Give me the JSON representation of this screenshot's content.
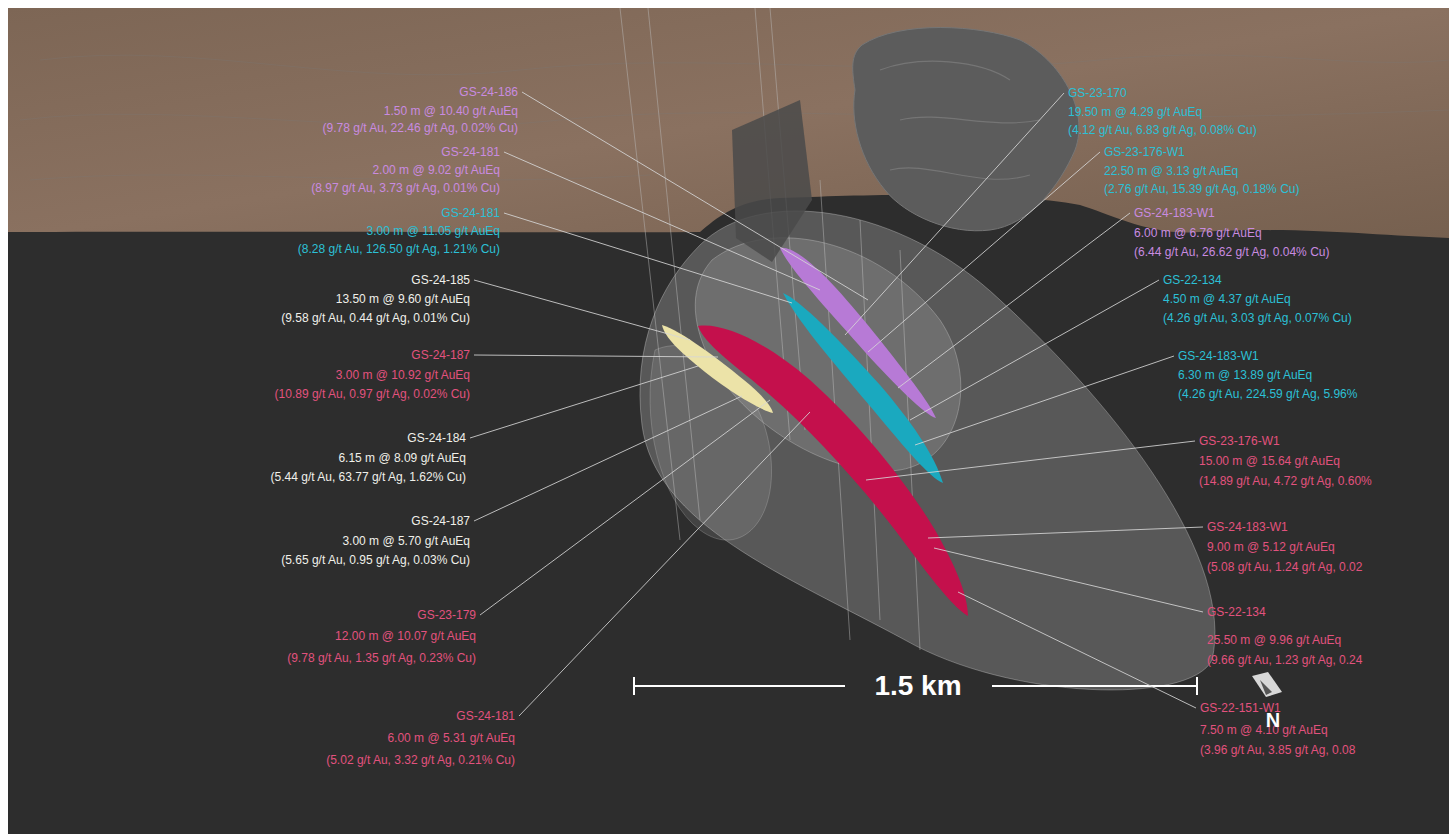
{
  "diagram": {
    "labels": [
      "GS-24-186",
      "1.50 m @ 10.40 g/t AuEq",
      "(9.78 g/t Au, 22.46 g/t Ag, 0.02% Cu)",
      "GS-24-181",
      "2.00 m @ 9.02 g/t AuEq",
      "(8.97 g/t Au, 3.73 g/t Ag, 0.01% Cu)",
      "GS-24-181",
      "3.00 m @ 11.05 g/t AuEq",
      "(8.28 g/t Au, 126.50 g/t Ag, 1.21% Cu)",
      "GS-24-185",
      "13.50 m @ 9.60 g/t AuEq",
      "(9.58 g/t Au, 0.44 g/t Ag, 0.01% Cu)",
      "GS-24-187",
      "3.00 m @ 10.92 g/t AuEq",
      "(10.89 g/t Au, 0.97 g/t Ag, 0.02% Cu)",
      "GS-24-184",
      "6.15 m @ 8.09 g/t AuEq",
      "(5.44 g/t Au, 63.77 g/t Ag, 1.62% Cu)",
      "GS-24-187",
      "3.00 m @ 5.70 g/t AuEq",
      "(5.65 g/t Au, 0.95 g/t Ag, 0.03% Cu)",
      "GS-23-179",
      "12.00 m @ 10.07 g/t AuEq",
      "(9.78 g/t Au, 1.35 g/t Ag, 0.23% Cu)",
      "GS-24-181",
      "6.00 m @ 5.31 g/t AuEq",
      "(5.02 g/t Au, 3.32 g/t Ag, 0.21% Cu)",
      "GS-23-170",
      "19.50 m @ 4.29 g/t AuEq",
      "(4.12 g/t Au, 6.83 g/t Ag, 0.08% Cu)",
      "GS-23-176-W1",
      "22.50 m @ 3.13 g/t AuEq",
      "(2.76 g/t Au, 15.39 g/t Ag, 0.18% Cu)",
      "GS-24-183-W1",
      "6.00 m @ 6.76 g/t AuEq",
      "(6.44 g/t Au, 26.62 g/t Ag, 0.04% Cu)",
      "GS-22-134",
      "4.50 m @ 4.37 g/t AuEq",
      "(4.26 g/t Au, 3.03 g/t Ag, 0.07% Cu)",
      "GS-24-183-W1",
      "6.30 m @ 13.89 g/t AuEq",
      "(4.26 g/t Au, 224.59 g/t Ag, 5.96%",
      "GS-23-176-W1",
      "15.00 m @ 15.64 g/t AuEq",
      "(14.89 g/t Au, 4.72 g/t Ag, 0.60%",
      "GS-24-183-W1",
      "9.00 m @ 5.12 g/t AuEq",
      "(5.08 g/t Au, 1.24 g/t Ag, 0.02",
      "GS-22-134",
      "25.50 m @ 9.96 g/t AuEq",
      "(9.66 g/t Au, 1.23 g/t Ag, 0.24",
      "GS-22-151-W1",
      "7.50 m @ 4.10 g/t AuEq",
      "(3.96 g/t Au, 3.85 g/t Ag, 0.08",
      "1.5 km",
      "N"
    ]
  }
}
